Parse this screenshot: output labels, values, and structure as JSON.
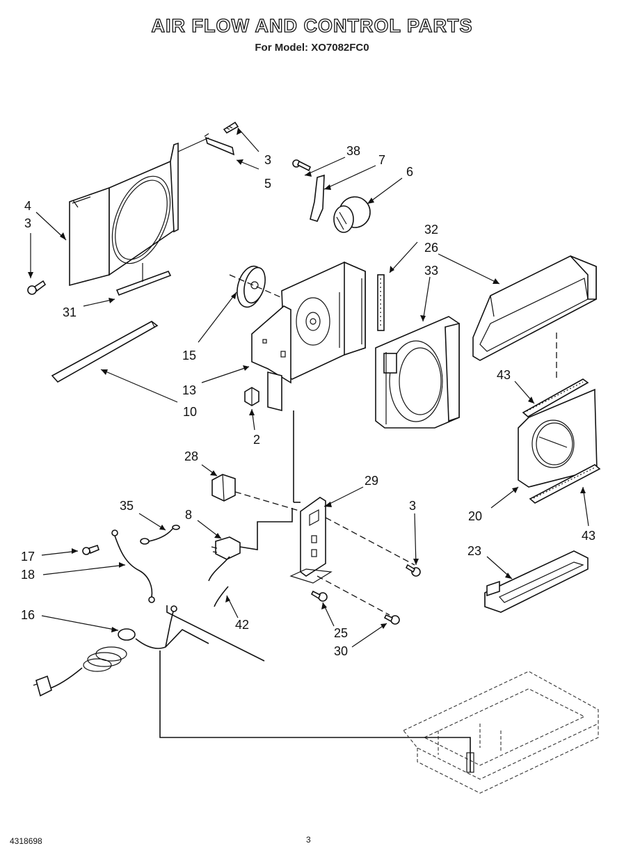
{
  "header": {
    "title": "AIR FLOW AND CONTROL PARTS",
    "subtitle": "For Model: XO7082FC0"
  },
  "footer": {
    "doc_number": "4318698",
    "page_number": "3"
  },
  "callouts": {
    "c3a": "3",
    "c5": "5",
    "c38": "38",
    "c7": "7",
    "c6": "6",
    "c4": "4",
    "c3b": "3",
    "c31": "31",
    "c10": "10",
    "c15": "15",
    "c13": "13",
    "c2": "2",
    "c32": "32",
    "c26": "26",
    "c33": "33",
    "c43a": "43",
    "c20": "20",
    "c43b": "43",
    "c28": "28",
    "c29": "29",
    "c3c": "3",
    "c35": "35",
    "c8": "8",
    "c17": "17",
    "c18": "18",
    "c16": "16",
    "c42": "42",
    "c25": "25",
    "c30": "30",
    "c23": "23"
  }
}
